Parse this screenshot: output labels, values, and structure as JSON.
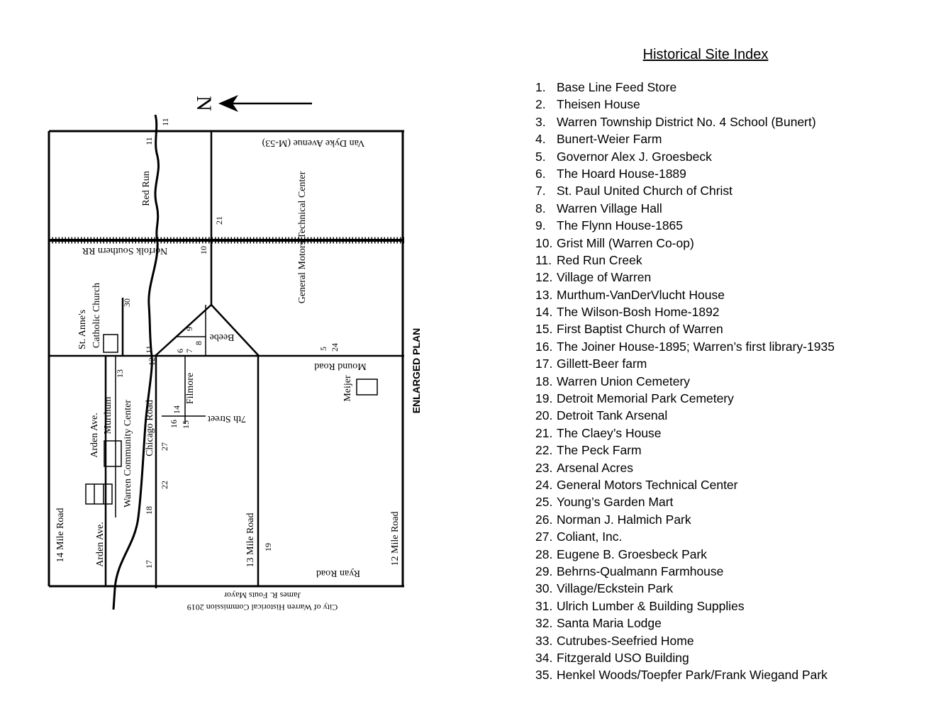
{
  "index": {
    "title": "Historical Site Index",
    "items": [
      {
        "num": "1.",
        "label": "Base Line Feed Store"
      },
      {
        "num": "2.",
        "label": "Theisen House"
      },
      {
        "num": "3.",
        "label": "Warren Township District No. 4 School (Bunert)"
      },
      {
        "num": "4.",
        "label": "Bunert-Weier Farm"
      },
      {
        "num": "5.",
        "label": "Governor Alex J. Groesbeck"
      },
      {
        "num": "6.",
        "label": "The Hoard House-1889"
      },
      {
        "num": "7.",
        "label": "St. Paul United Church of Christ"
      },
      {
        "num": "8.",
        "label": "Warren Village Hall"
      },
      {
        "num": "9.",
        "label": "The Flynn House-1865"
      },
      {
        "num": "10.",
        "label": "Grist Mill (Warren Co-op)"
      },
      {
        "num": "11.",
        "label": "Red Run Creek"
      },
      {
        "num": "12.",
        "label": "Village of Warren"
      },
      {
        "num": "13.",
        "label": "Murthum-VanDerVlucht House"
      },
      {
        "num": "14.",
        "label": "The Wilson-Bosh Home-1892"
      },
      {
        "num": "15.",
        "label": "First Baptist Church of Warren"
      },
      {
        "num": "16.",
        "label": "The Joiner House-1895; Warren’s first library-1935"
      },
      {
        "num": "17.",
        "label": "Gillett-Beer farm"
      },
      {
        "num": "18.",
        "label": "Warren Union Cemetery"
      },
      {
        "num": "19.",
        "label": "Detroit Memorial Park Cemetery"
      },
      {
        "num": "20.",
        "label": "Detroit Tank Arsenal"
      },
      {
        "num": "21.",
        "label": "The Claey’s House"
      },
      {
        "num": "22.",
        "label": "The Peck Farm"
      },
      {
        "num": "23.",
        "label": "Arsenal Acres"
      },
      {
        "num": "24.",
        "label": "General Motors Technical Center"
      },
      {
        "num": "25.",
        "label": "Young’s Garden Mart"
      },
      {
        "num": "26.",
        "label": "Norman J. Halmich Park"
      },
      {
        "num": "27.",
        "label": "Coliant, Inc."
      },
      {
        "num": "28.",
        "label": "Eugene B. Groesbeck Park"
      },
      {
        "num": "29.",
        "label": "Behrns-Qualmann Farmhouse"
      },
      {
        "num": "30.",
        "label": "Village/Eckstein Park"
      },
      {
        "num": "31.",
        "label": "Ulrich Lumber & Building Supplies"
      },
      {
        "num": "32.",
        "label": "Santa Maria Lodge"
      },
      {
        "num": "33.",
        "label": "Cutrubes-Seefried Home"
      },
      {
        "num": "34.",
        "label": "Fitzgerald USO Building"
      },
      {
        "num": "35.",
        "label": "Henkel Woods/Toepfer Park/Frank  Wiegand Park"
      }
    ]
  },
  "map": {
    "north_label": "N",
    "side_label": "ENLARGED PLAN",
    "roads": {
      "van_dyke": "Van Dyke Avenue (M-53)",
      "red_run": "Red Run",
      "railroad": "Norfolk Southern RR",
      "gm_tech": "General Motors Technical Center",
      "st_annes_line1": "St. Anne's",
      "st_annes_line2": "Catholic Church",
      "beebe": "Beebe",
      "mound_road": "Mound Road",
      "meijer": "Meijer",
      "filmore": "Filmore",
      "seventh_street": "7th Street",
      "arden_top": "Arden Ave.",
      "murthum": "Murthum",
      "warren_cc": "Warren Community Center",
      "chicago_road": "Chicago Road",
      "fourteen_mile": "14 Mile Road",
      "arden_bottom": "Arden Ave.",
      "thirteen_mile": "13 Mile Road",
      "ryan_road": "Ryan Road",
      "twelve_mile": "12 Mile Road"
    },
    "credit": {
      "line1": "City of Warren Historical Commission 2019",
      "line2": "James R. Fouts Mayor"
    },
    "site_numbers": {
      "n11_top": "11",
      "n11_mid": "11",
      "n21": "21",
      "n10": "10",
      "n30": "30",
      "n9": "9",
      "n8": "8",
      "n7": "7",
      "n6": "6",
      "n5": "5",
      "n24": "24",
      "n11_low": "11",
      "n12": "12",
      "n13": "13",
      "n14": "14",
      "n15": "15",
      "n16": "16",
      "n27": "27",
      "n22": "22",
      "n18": "18",
      "n17": "17",
      "n19": "19"
    }
  }
}
